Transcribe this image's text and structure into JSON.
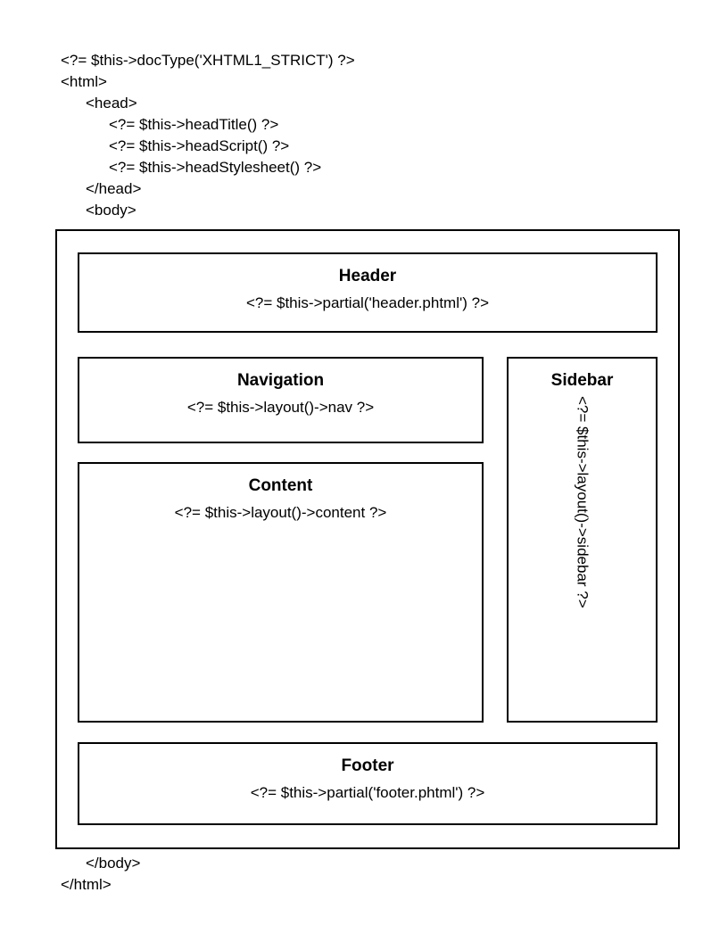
{
  "code_top": {
    "lines": [
      "<?= $this->docType('XHTML1_STRICT') ?>",
      "<html>",
      "<head>",
      "<?= $this->headTitle() ?>",
      "<?= $this->headScript() ?>",
      "<?= $this->headStylesheet() ?>",
      "</head>",
      "<body>"
    ]
  },
  "diagram": {
    "header": {
      "title": "Header",
      "code": "<?= $this->partial('header.phtml') ?>"
    },
    "navigation": {
      "title": "Navigation",
      "code": "<?= $this->layout()->nav ?>"
    },
    "content": {
      "title": "Content",
      "code": "<?= $this->layout()->content ?>"
    },
    "sidebar": {
      "title": "Sidebar",
      "code": "<?= $this->layout()->sidebar ?>"
    },
    "footer": {
      "title": "Footer",
      "code": "<?= $this->partial('footer.phtml') ?>"
    }
  },
  "code_bottom": {
    "lines": [
      "</body>",
      "</html>"
    ]
  }
}
